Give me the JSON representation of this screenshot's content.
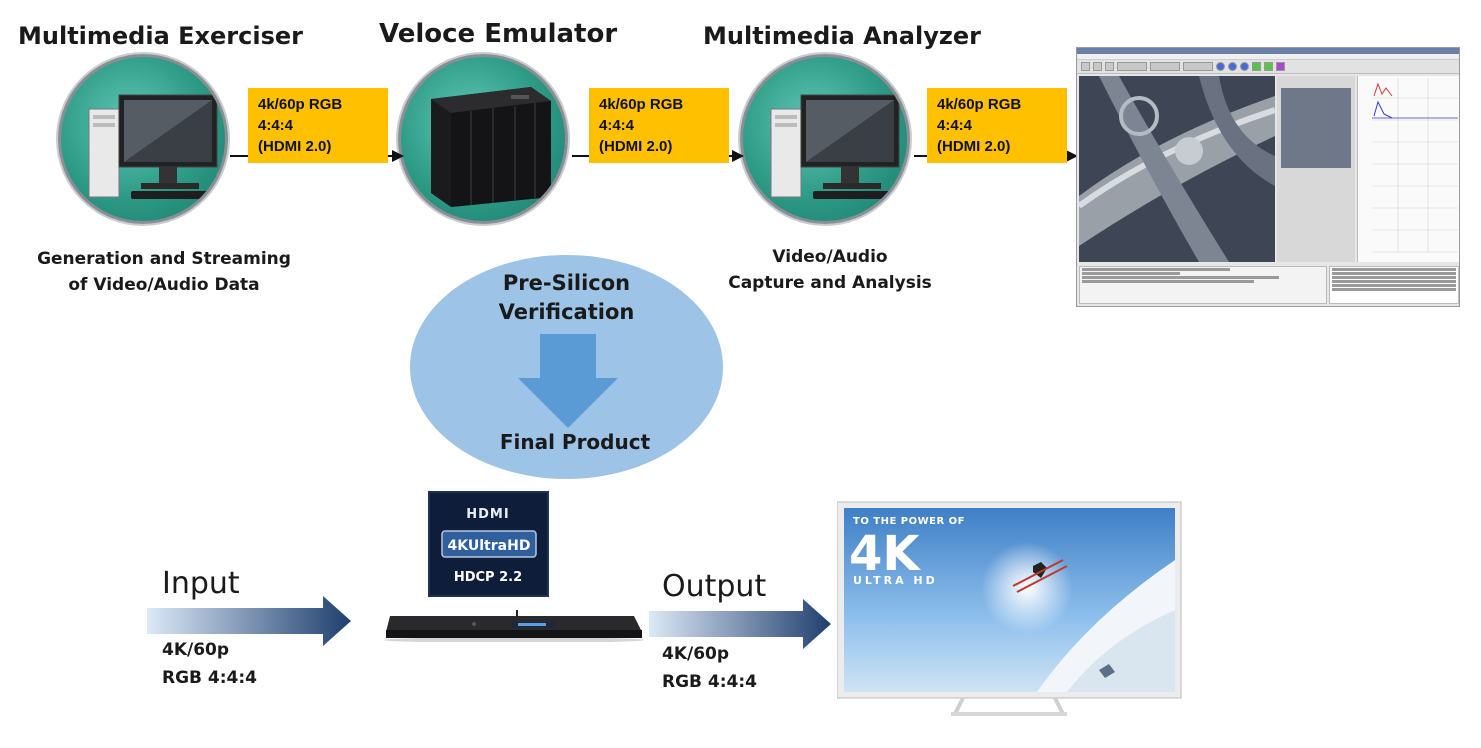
{
  "stages": {
    "exerciser": {
      "title": "Multimedia Exerciser",
      "caption": [
        "Generation and Streaming",
        "of Video/Audio Data"
      ]
    },
    "emulator": {
      "title": "Veloce Emulator"
    },
    "analyzer": {
      "title": "Multimedia Analyzer",
      "caption": [
        "Video/Audio",
        "Capture and Analysis"
      ]
    }
  },
  "signal_labels": [
    [
      "4k/60p RGB 4:4:4",
      "(HDMI 2.0)"
    ],
    [
      "4k/60p RGB 4:4:4",
      "(HDMI 2.0)"
    ],
    [
      "4k/60p RGB 4:4:4",
      "(HDMI 2.0)"
    ]
  ],
  "verification": {
    "line1": "Pre-Silicon",
    "line2": "Verification",
    "result": "Final Product"
  },
  "product": {
    "input_label": "Input",
    "input_spec": [
      "4K/60p",
      "RGB 4:4:4"
    ],
    "output_label": "Output",
    "output_spec": [
      "4K/60p",
      "RGB 4:4:4"
    ],
    "badge": {
      "hdmi": "HDMI",
      "uhd": "4KUltraHD",
      "hdcp": "HDCP 2.2"
    },
    "tv": {
      "line1": "TO THE POWER OF",
      "big": "4K",
      "line2": "ULTRA HD"
    }
  },
  "colors": {
    "label_box": "#ffc000",
    "disk": "#2d9a86",
    "ellipse": "#9dc3e6",
    "down_arrow": "#5b9bd5",
    "io_arrow_start": "#dce9f7",
    "io_arrow_end": "#1f3f6e"
  },
  "icons": {
    "exerciser": "desktop-computer-icon",
    "emulator": "emulator-rack-icon",
    "analyzer": "desktop-computer-icon",
    "analysis_screenshot": "analyzer-software-screenshot",
    "set_top_box": "set-top-box-icon",
    "television": "4k-television-icon"
  }
}
